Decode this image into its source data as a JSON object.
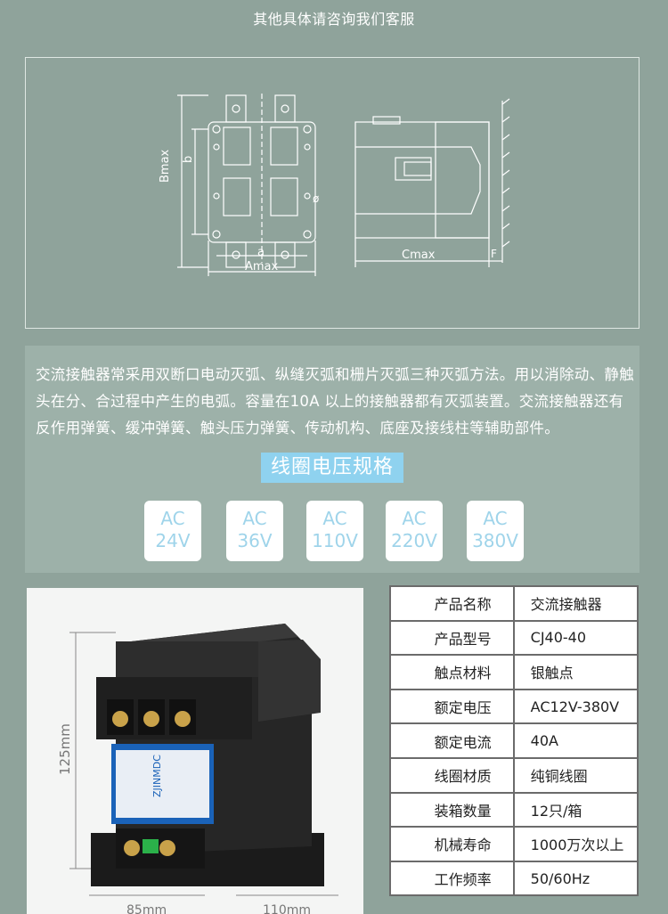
{
  "header": {
    "note": "其他具体请咨询我们客服"
  },
  "diagram": {
    "labels": {
      "b": "b",
      "bmax": "Bmax",
      "a": "a",
      "amax": "Amax",
      "phi": "ø",
      "cmax": "Cmax",
      "f": "F"
    }
  },
  "description": {
    "text": "交流接触器常采用双断口电动灭弧、纵缝灭弧和栅片灭弧三种灭弧方法。用以消除动、静触头在分、合过程中产生的电弧。容量在10A 以上的接触器都有灭弧装置。交流接触器还有反作用弹簧、缓冲弹簧、触头压力弹簧、传动机构、底座及接线柱等辅助部件。"
  },
  "coil": {
    "title": "线圈电压规格",
    "voltages": [
      {
        "type": "AC",
        "value": "24V"
      },
      {
        "type": "AC",
        "value": "36V"
      },
      {
        "type": "AC",
        "value": "110V"
      },
      {
        "type": "AC",
        "value": "220V"
      },
      {
        "type": "AC",
        "value": "380V"
      }
    ]
  },
  "product_photo": {
    "dim_height": "125mm",
    "dim_width": "85mm",
    "dim_depth": "110mm",
    "label_brand": "ZJINMDC"
  },
  "spec_table": {
    "rows": [
      {
        "key": "产品名称",
        "value": "交流接触器"
      },
      {
        "key": "产品型号",
        "value": "CJ40-40"
      },
      {
        "key": "触点材料",
        "value": "银触点"
      },
      {
        "key": "额定电压",
        "value": "AC12V-380V"
      },
      {
        "key": "额定电流",
        "value": "40A"
      },
      {
        "key": "线圈材质",
        "value": "纯铜线圈"
      },
      {
        "key": "装箱数量",
        "value": "12只/箱"
      },
      {
        "key": "机械寿命",
        "value": "1000万次以上"
      },
      {
        "key": "工作频率",
        "value": "50/60Hz"
      }
    ]
  }
}
